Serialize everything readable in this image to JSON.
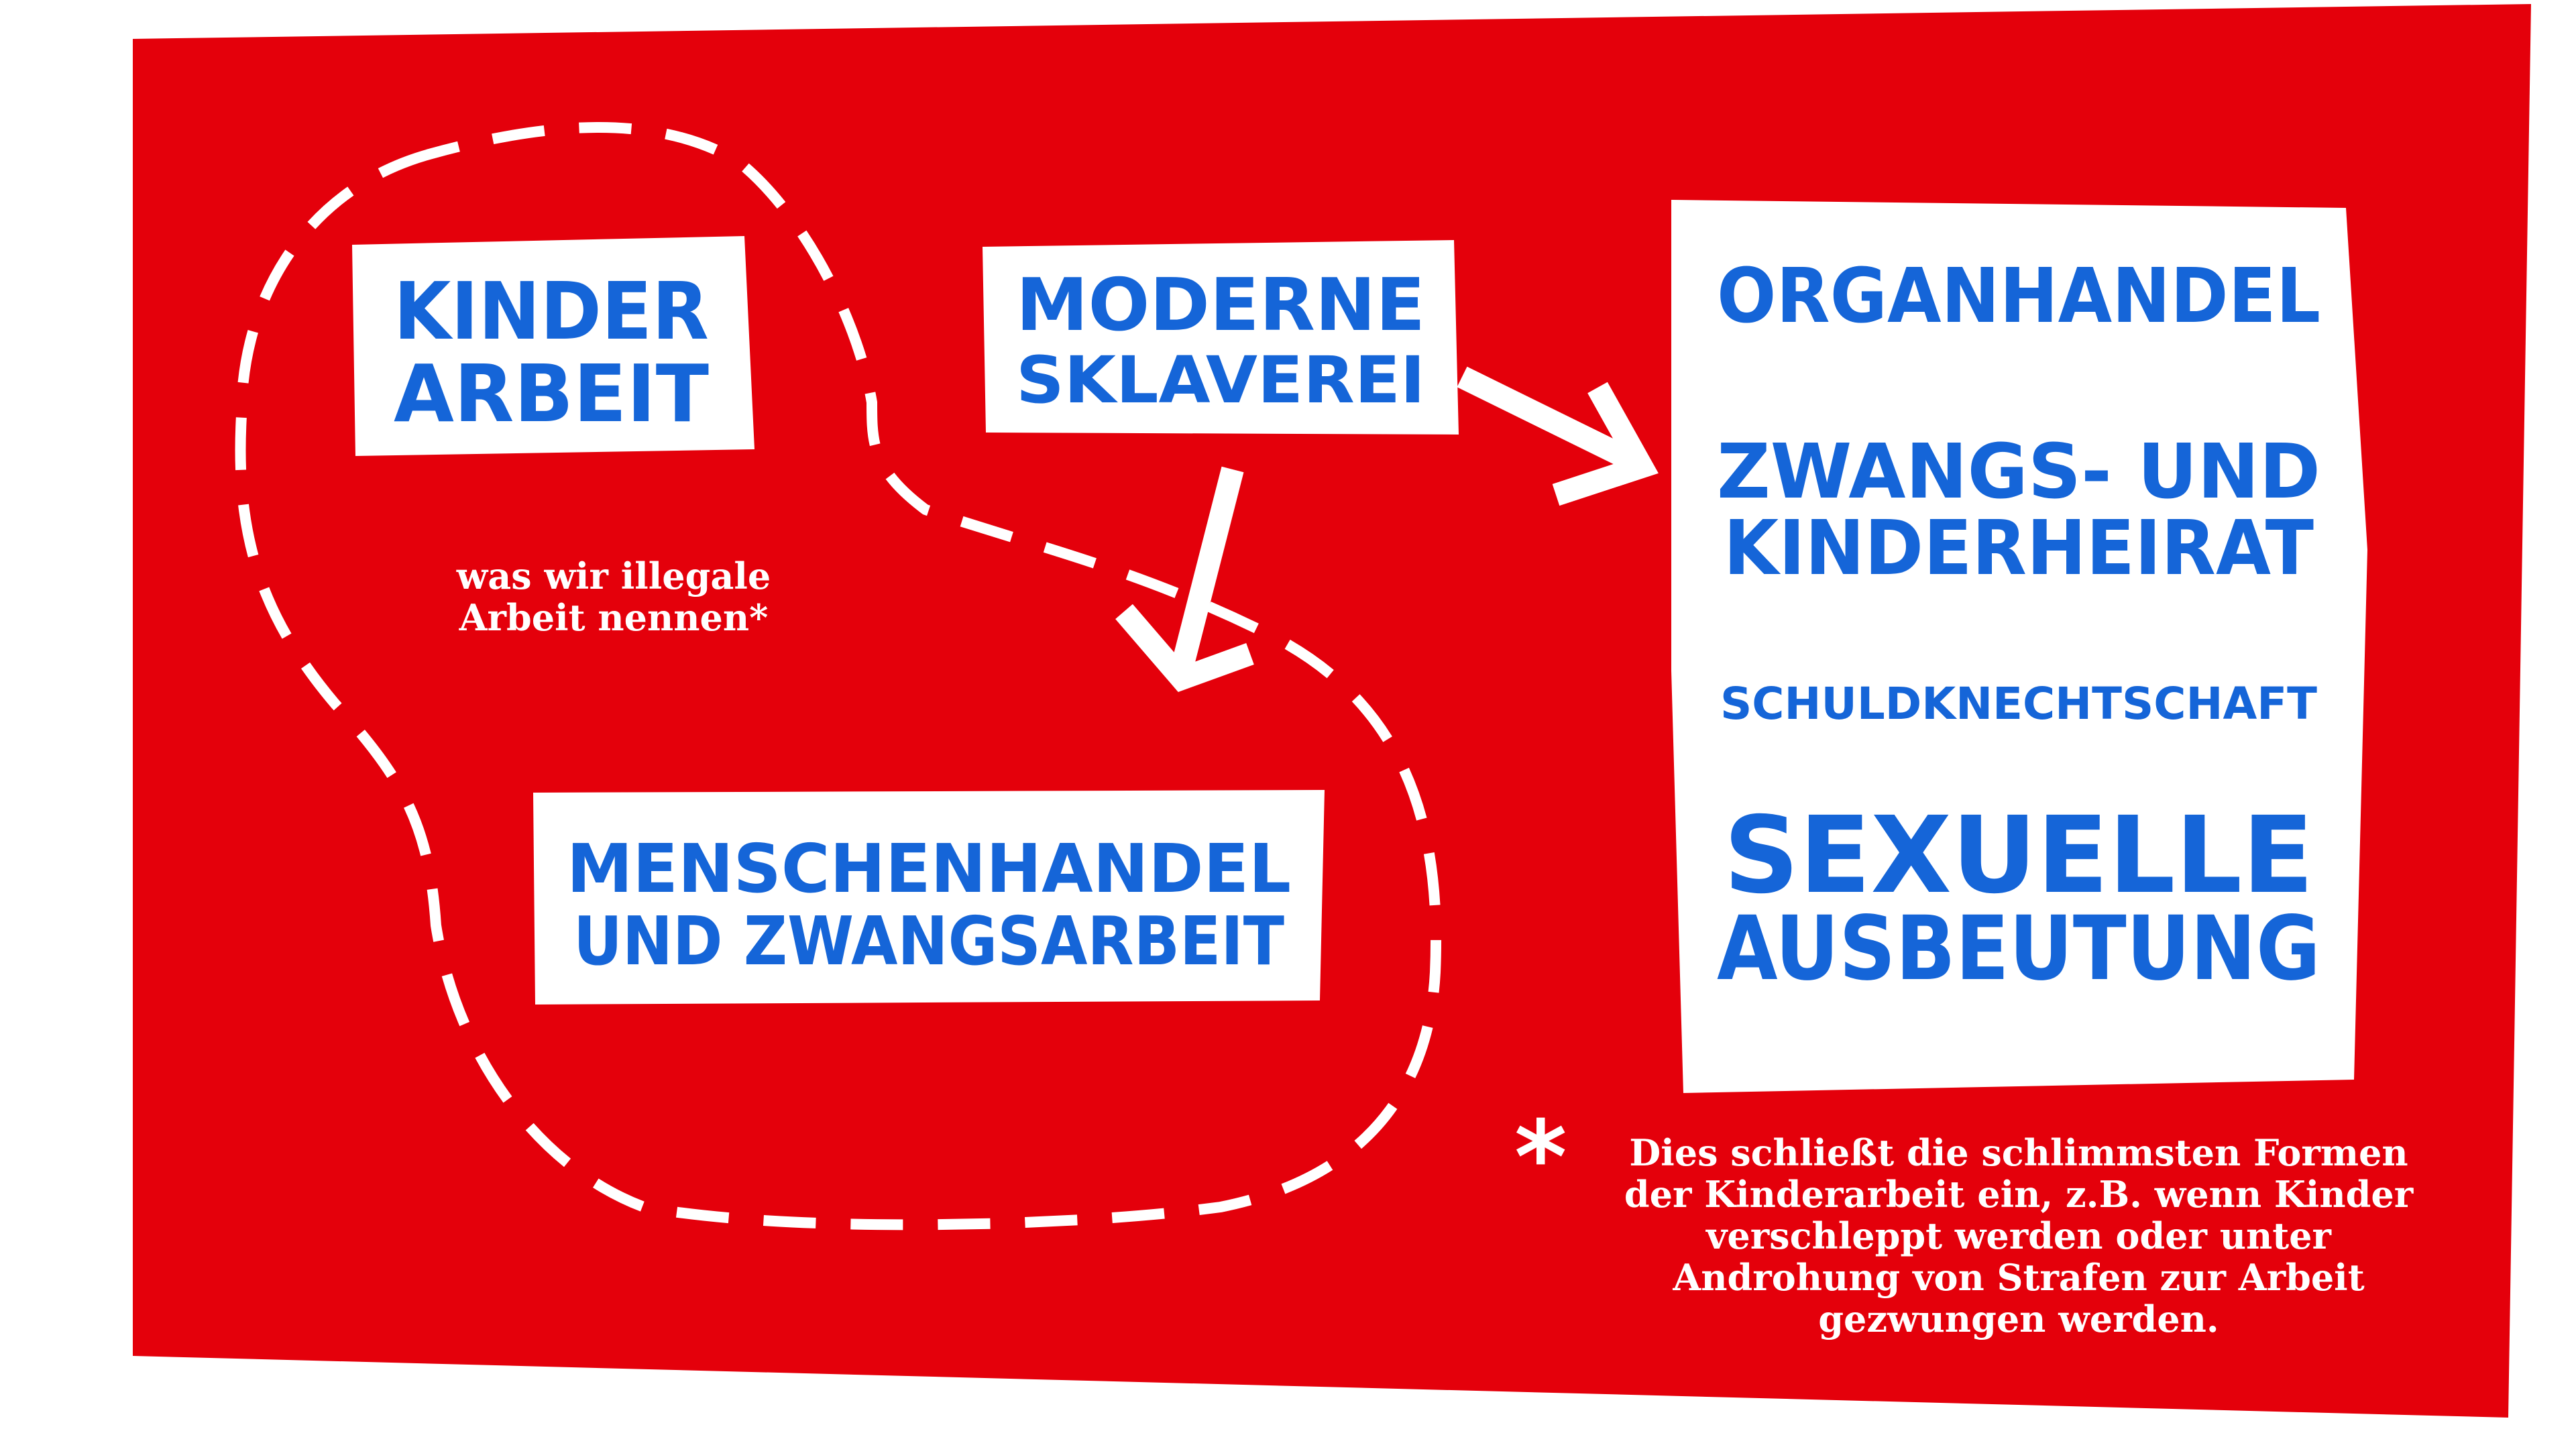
{
  "diagram": {
    "kinderarbeit": {
      "line1": "KINDER",
      "line2": "ARBEIT"
    },
    "sklaverei": {
      "line1": "MODERNE",
      "line2": "SKLAVEREI"
    },
    "menschenhandel": {
      "line1": "MENSCHENHANDEL",
      "line2": "UND ZWANGSARBEIT"
    },
    "forms": {
      "organhandel": "ORGANHANDEL",
      "heirat_line1": "ZWANGS- UND",
      "heirat_line2": "KINDERHEIRAT",
      "schuld": "SCHULDKNECHTSCHAFT",
      "sexuell_line1": "SEXUELLE",
      "sexuell_line2": "AUSBEUTUNG"
    },
    "illegal_note": {
      "line1": "was wir illegale",
      "line2": "Arbeit nennen*"
    },
    "footnote": {
      "asterisk": "*",
      "line1": "Dies schließt die schlimmsten Formen",
      "line2": "der Kinderarbeit ein, z.B. wenn Kinder",
      "line3": "verschleppt werden oder unter",
      "line4": "Androhung von Strafen zur Arbeit",
      "line5": "gezwungen werden."
    }
  },
  "colors": {
    "background": "#e4000b",
    "card": "#ffffff",
    "label": "#1565d8"
  }
}
